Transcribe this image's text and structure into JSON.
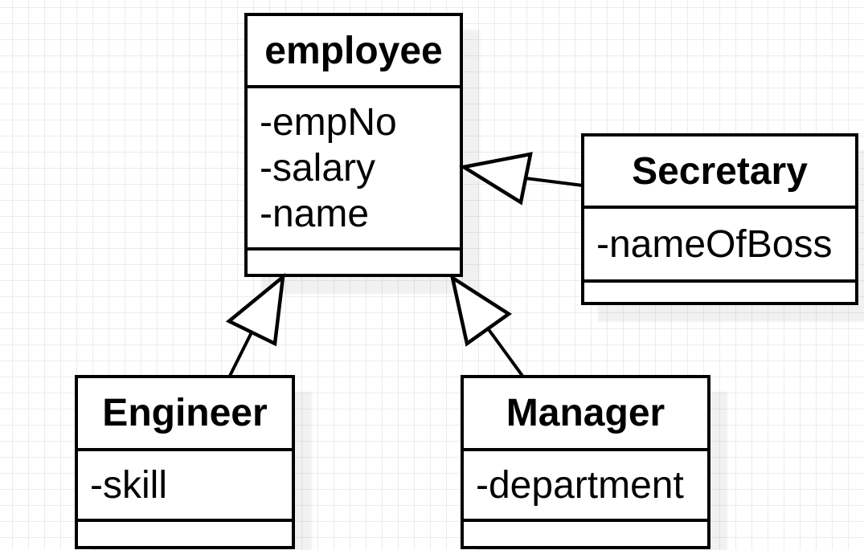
{
  "diagram": {
    "type": "uml-class-diagram",
    "classes": [
      {
        "name": "employee",
        "attributes": [
          "-empNo",
          "-salary",
          "-name"
        ],
        "methods": []
      },
      {
        "name": "Secretary",
        "attributes": [
          "-nameOfBoss"
        ],
        "methods": []
      },
      {
        "name": "Engineer",
        "attributes": [
          "-skill"
        ],
        "methods": []
      },
      {
        "name": "Manager",
        "attributes": [
          "-department"
        ],
        "methods": []
      }
    ],
    "relations": [
      {
        "type": "generalization",
        "from": "Secretary",
        "to": "employee"
      },
      {
        "type": "generalization",
        "from": "Engineer",
        "to": "employee"
      },
      {
        "type": "generalization",
        "from": "Manager",
        "to": "employee"
      }
    ],
    "colors": {
      "stroke": "#000000",
      "shape_fill": "#ffffff",
      "text": "#000000",
      "grid_line": "#ececec",
      "shadow": "#f0f0f0"
    }
  }
}
